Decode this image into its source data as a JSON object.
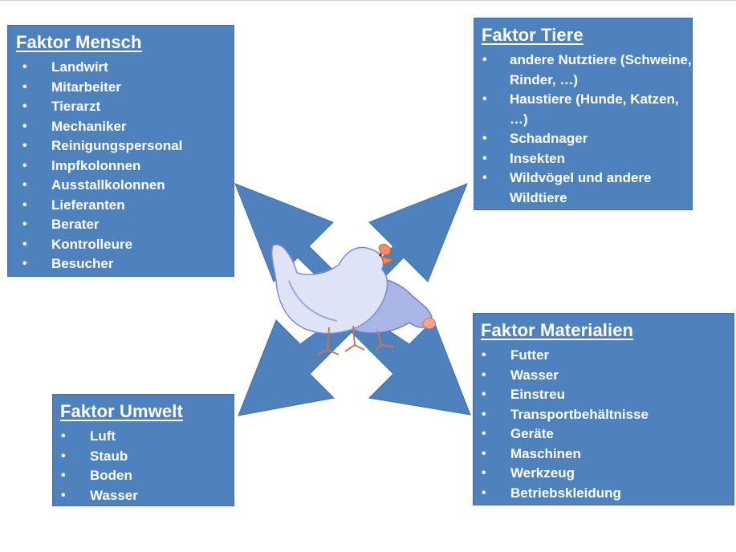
{
  "boxes": {
    "mensch": {
      "title": "Faktor Mensch",
      "items": [
        "Landwirt",
        "Mitarbeiter",
        "Tierarzt",
        "Mechaniker",
        "Reinigungspersonal",
        "Impfkolonnen",
        "Ausstallkolonnen",
        "Lieferanten",
        "Berater",
        "Kontrolleure",
        "Besucher"
      ]
    },
    "tiere": {
      "title": "Faktor Tiere",
      "items": [
        "andere Nutztiere (Schweine, Rinder, …)",
        "Haustiere (Hunde, Katzen, …)",
        "Schadnager",
        "Insekten",
        "Wildvögel und andere Wildtiere"
      ]
    },
    "materialien": {
      "title": "Faktor Materialien",
      "items": [
        "Futter",
        "Wasser",
        "Einstreu",
        "Transportbehältnisse",
        "Geräte",
        "Maschinen",
        "Werkzeug",
        "Betriebskleidung"
      ]
    },
    "umwelt": {
      "title": "Faktor Umwelt",
      "items": [
        "Luft",
        "Staub",
        "Boden",
        "Wasser"
      ]
    }
  },
  "colors": {
    "box_fill": "#4f81bd",
    "arrow_fill": "#4f81bd",
    "text": "#ffffff"
  },
  "icons": {
    "center": "chicken-icon"
  }
}
